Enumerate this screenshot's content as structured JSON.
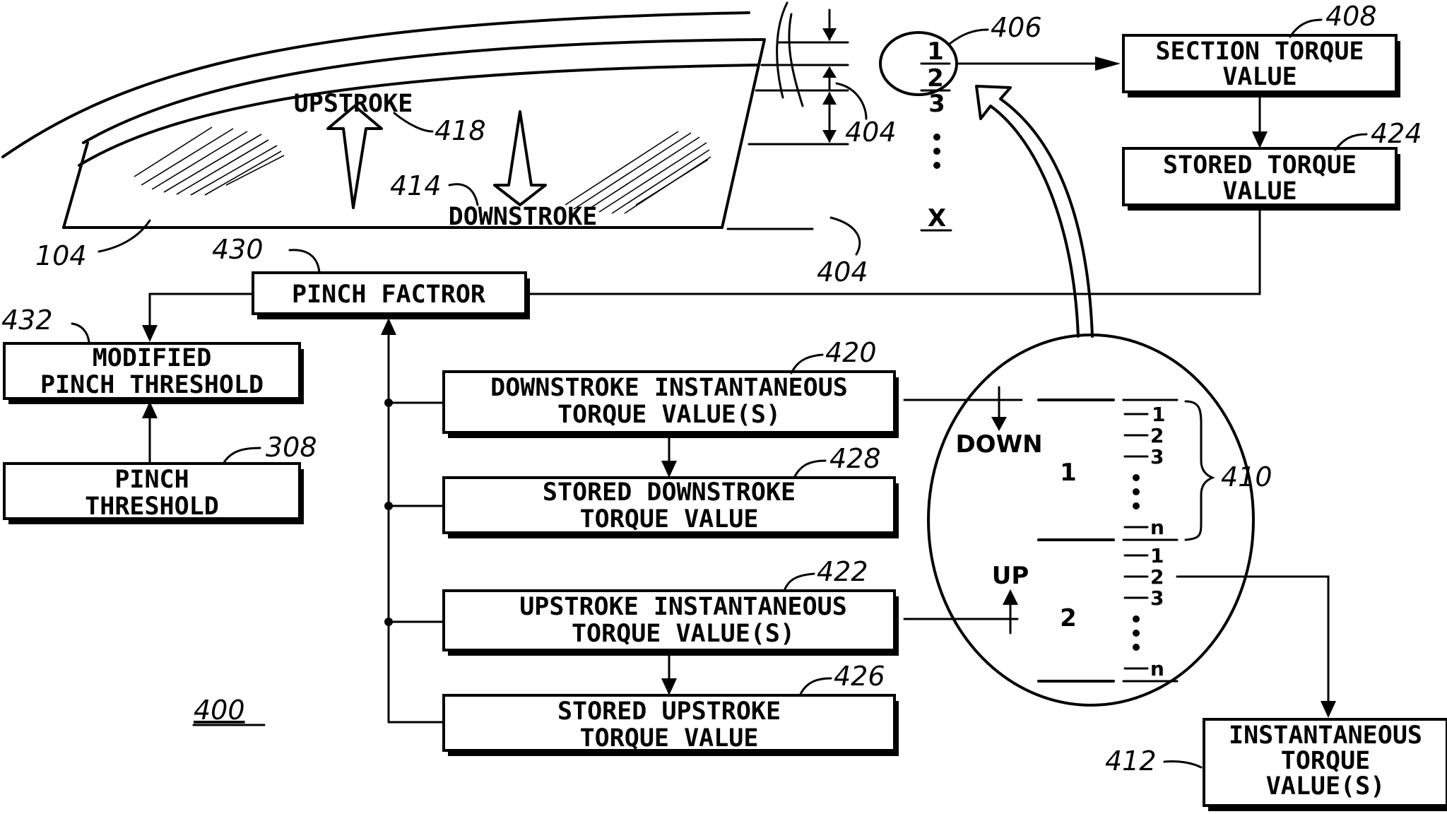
{
  "window": {
    "upstroke_label": "UPSTROKE",
    "downstroke_label": "DOWNSTROKE",
    "ref_window": "104",
    "ref_upstroke": "418",
    "ref_downstroke": "414",
    "ref_section_a": "404",
    "ref_section_b": "404"
  },
  "sections": {
    "ref": "406",
    "items": [
      "1",
      "2",
      "3"
    ],
    "last": "X"
  },
  "boxes": {
    "section_torque": {
      "ref": "408",
      "line1": "SECTION TORQUE",
      "line2": "VALUE"
    },
    "stored_torque": {
      "ref": "424",
      "line1": "STORED TORQUE",
      "line2": "VALUE"
    },
    "pinch_factor": {
      "ref": "430",
      "line1": "PINCH FACTROR"
    },
    "modified_threshold": {
      "ref": "432",
      "line1": "MODIFIED",
      "line2": "PINCH THRESHOLD"
    },
    "pinch_threshold": {
      "ref": "308",
      "line1": "PINCH",
      "line2": "THRESHOLD"
    },
    "down_instant": {
      "ref": "420",
      "line1": "DOWNSTROKE INSTANTANEOUS",
      "line2": "TORQUE VALUE(S)"
    },
    "stored_down": {
      "ref": "428",
      "line1": "STORED DOWNSTROKE",
      "line2": "TORQUE VALUE"
    },
    "up_instant": {
      "ref": "422",
      "line1": "UPSTROKE INSTANTANEOUS",
      "line2": "TORQUE VALUE(S)"
    },
    "stored_up": {
      "ref": "426",
      "line1": "STORED UPSTROKE",
      "line2": "TORQUE VALUE"
    },
    "instant_torque": {
      "ref": "412",
      "line1": "INSTANTANEOUS",
      "line2": "TORQUE",
      "line3": "VALUE(S)"
    }
  },
  "detail": {
    "ref": "410",
    "down_label": "DOWN",
    "up_label": "UP",
    "section_1": "1",
    "section_2": "2",
    "ticks_top": [
      "1",
      "2",
      "3"
    ],
    "tick_last": "n",
    "ticks_bottom": [
      "1",
      "2",
      "3"
    ]
  },
  "figure_number": "400"
}
